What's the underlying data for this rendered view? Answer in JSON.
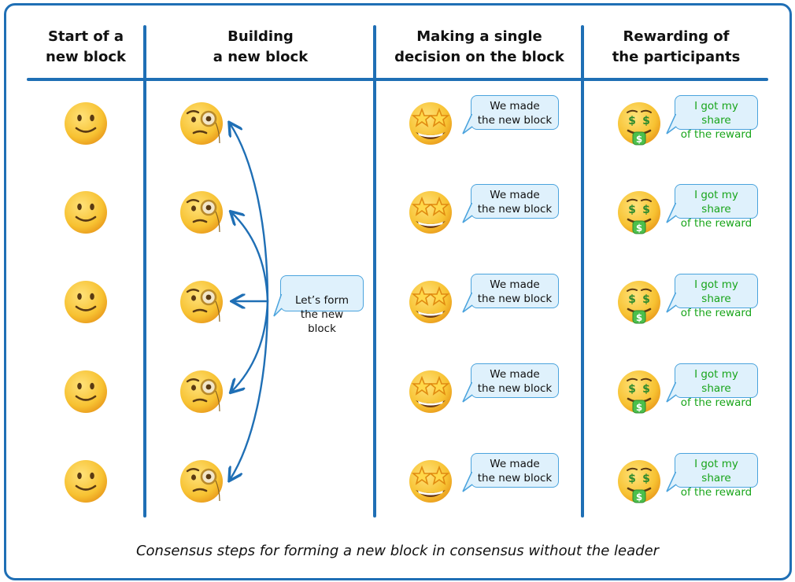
{
  "columns": [
    {
      "header": "Start of a\nnew block",
      "emoji": "slightly-smiling-face"
    },
    {
      "header": "Building\na new block",
      "emoji": "face-with-monocle"
    },
    {
      "header": "Making a single\ndecision on the block",
      "emoji": "star-struck-face"
    },
    {
      "header": "Rewarding of\nthe participants",
      "emoji": "money-mouth-face"
    }
  ],
  "center_bubble": "Let’s form\nthe new block",
  "decision_bubbles": [
    "We made\nthe new block",
    "We made\nthe new block",
    "We made\nthe new block",
    "We made\nthe new block",
    "We made\nthe new block"
  ],
  "reward_bubbles": [
    "I got my share\nof the reward",
    "I got my share\nof the reward",
    "I got my share\nof the reward",
    "I got my share\nof the reward",
    "I got my share\nof the reward"
  ],
  "caption": "Consensus steps for forming a new block in consensus without the leader",
  "colors": {
    "line": "#1f6fb5",
    "bubble_fill": "#dff1fc",
    "bubble_border": "#4aa3dd",
    "reward_text": "#18a51a",
    "emoji_yellow": "#f7c232"
  }
}
